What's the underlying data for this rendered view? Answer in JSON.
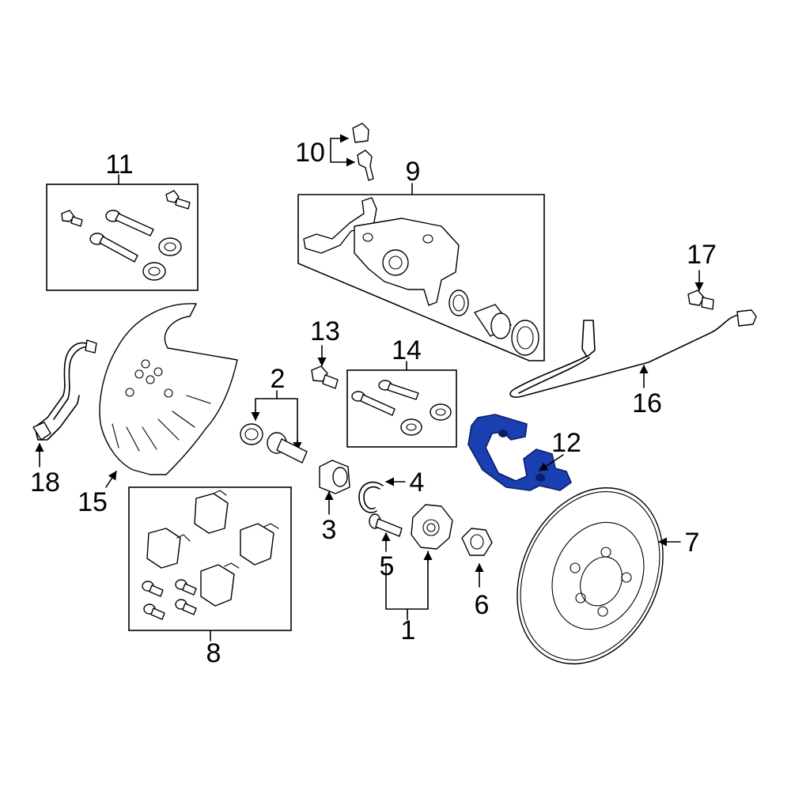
{
  "diagram": {
    "highlight_color": "#1a3fb0",
    "callouts": [
      {
        "id": "c1",
        "label": "1"
      },
      {
        "id": "c2",
        "label": "2"
      },
      {
        "id": "c3",
        "label": "3"
      },
      {
        "id": "c4",
        "label": "4"
      },
      {
        "id": "c5",
        "label": "5"
      },
      {
        "id": "c6",
        "label": "6"
      },
      {
        "id": "c7",
        "label": "7"
      },
      {
        "id": "c8",
        "label": "8"
      },
      {
        "id": "c9",
        "label": "9"
      },
      {
        "id": "c10",
        "label": "10"
      },
      {
        "id": "c11",
        "label": "11"
      },
      {
        "id": "c12",
        "label": "12"
      },
      {
        "id": "c13",
        "label": "13"
      },
      {
        "id": "c14",
        "label": "14"
      },
      {
        "id": "c15",
        "label": "15"
      },
      {
        "id": "c16",
        "label": "16"
      },
      {
        "id": "c17",
        "label": "17"
      },
      {
        "id": "c18",
        "label": "18"
      }
    ]
  }
}
